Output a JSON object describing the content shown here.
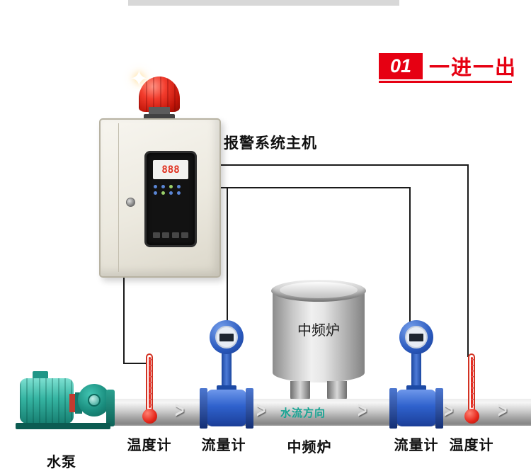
{
  "header": {
    "badge_number": "01",
    "badge_title": "一进一出"
  },
  "alarm_unit": {
    "label": "报警系统主机",
    "display_value": "888"
  },
  "furnace": {
    "label": "中频炉"
  },
  "pipe": {
    "flow_direction": "水流方向",
    "arrow": ">"
  },
  "labels": {
    "pump": "水泵",
    "thermometer_left": "温度计",
    "flowmeter_left": "流量计",
    "furnace": "中频炉",
    "flowmeter_right": "流量计",
    "thermometer_right": "温度计"
  },
  "icons": {
    "flash": "✦"
  },
  "colors": {
    "accent_red": "#e60012",
    "beacon_red": "#e02718",
    "pump_teal": "#2aa795",
    "flowmeter_blue": "#2f62cd",
    "pipe_gray": "#b5b5b5",
    "flow_text_teal": "#16a493"
  }
}
